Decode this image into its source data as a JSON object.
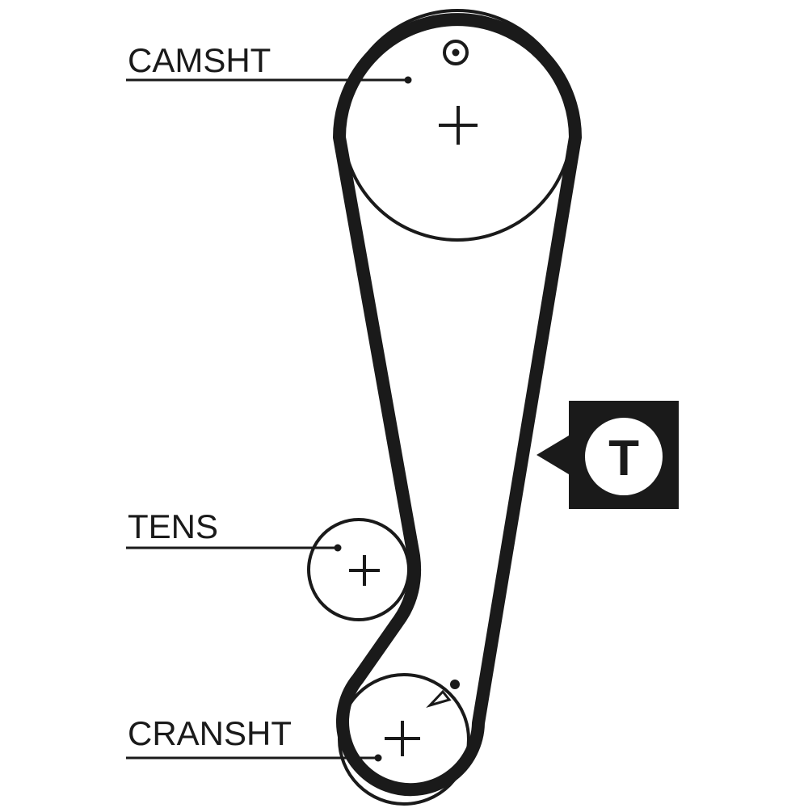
{
  "diagram": {
    "title": "Timing belt routing diagram",
    "line_color": "#1a1a1a",
    "background_color": "#ffffff",
    "labels": {
      "camshaft": "CAMSHT",
      "tensioner": "TENS",
      "crankshaft": "CRANSHT"
    },
    "tension_badge": {
      "letter": "T",
      "icon": "tension-indicator-icon"
    },
    "icons": {
      "camshaft_timing_mark": "target-icon",
      "crankshaft_timing_mark": "triangle-pointer-icon",
      "center_marks": "plus-icon"
    }
  }
}
